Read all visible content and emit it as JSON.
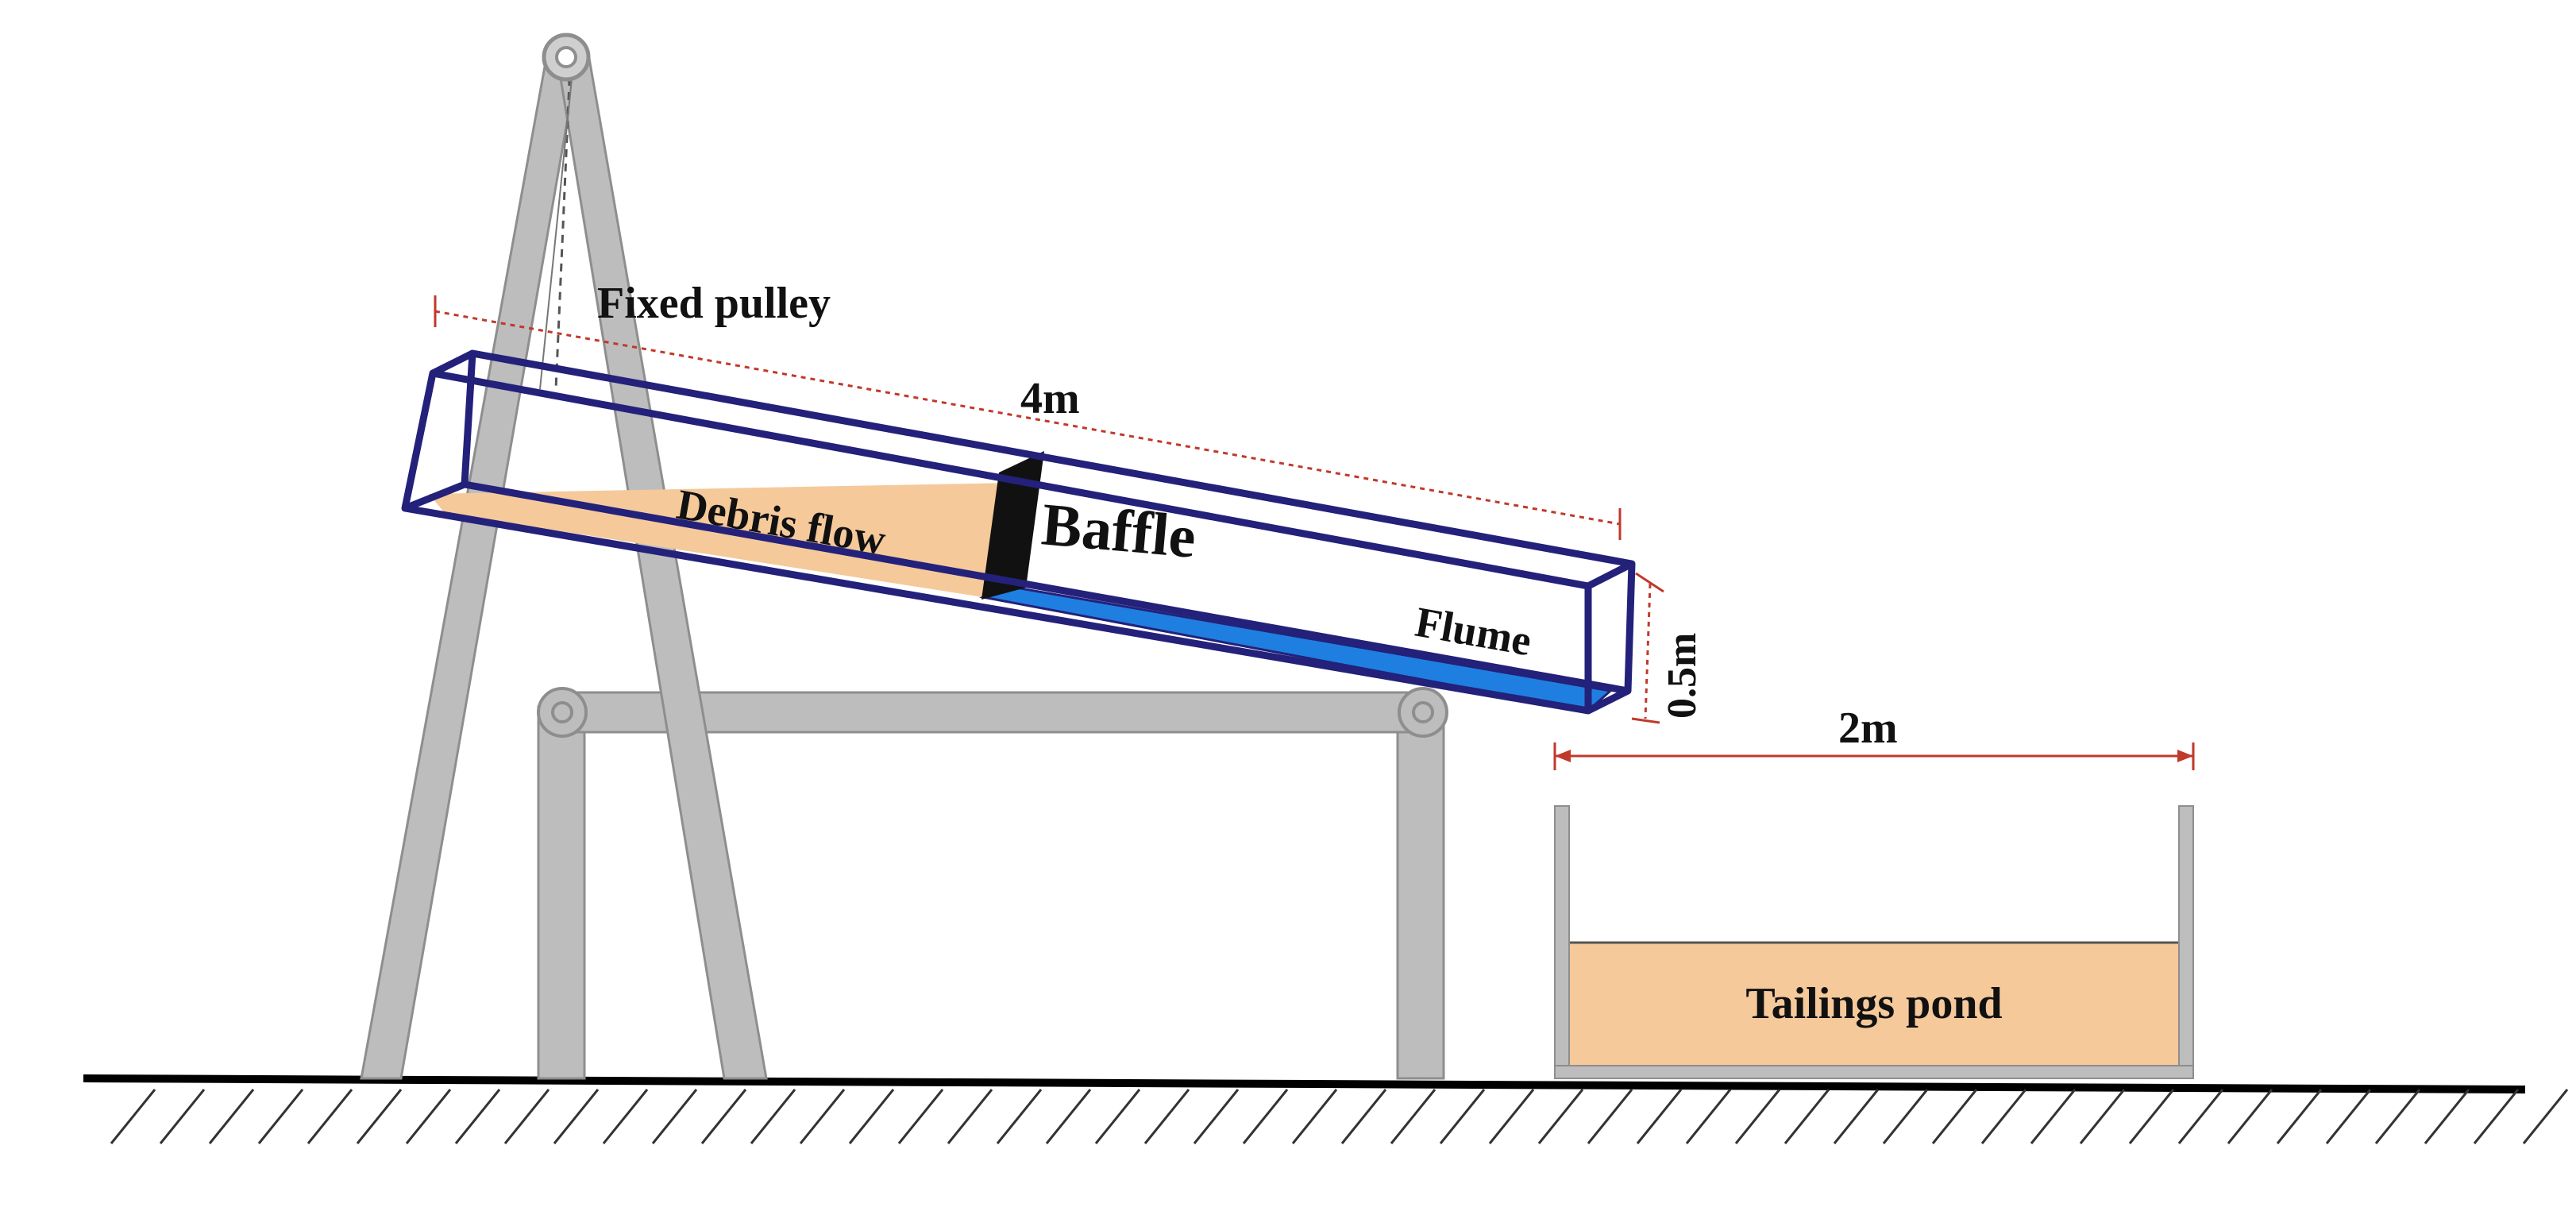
{
  "labels": {
    "fixed_pulley": "Fixed pulley",
    "flume_length": "4m",
    "debris_flow": "Debris flow",
    "baffle": "Baffle",
    "flume": "Flume",
    "flume_height": "0.5m",
    "pond_width": "2m",
    "tailings_pond": "Tailings pond"
  },
  "colors": {
    "frame_gray": "#bdbdbd",
    "frame_gray_dark": "#8e8e8e",
    "flume_outline": "#23217a",
    "debris_fill": "#f5c99a",
    "water_fill": "#1f7fe0",
    "baffle_fill": "#111111",
    "dimension_line": "#c0392b",
    "ground": "#000000"
  }
}
